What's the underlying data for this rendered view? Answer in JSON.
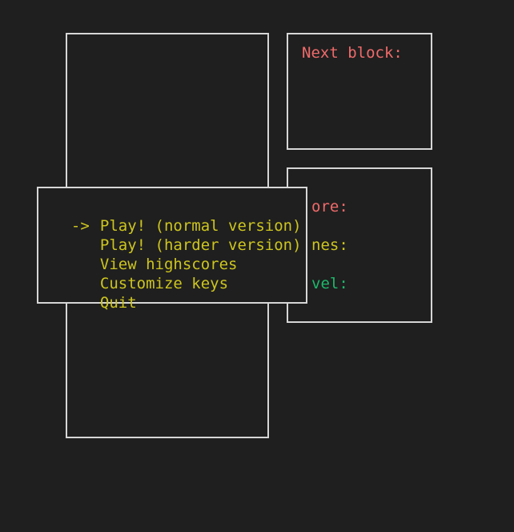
{
  "next_block": {
    "label": "Next block:"
  },
  "stats": {
    "score_label": "ore:",
    "lines_label": "nes:",
    "level_label": "vel:"
  },
  "menu": {
    "pointer": "->",
    "selected_index": 0,
    "items": [
      {
        "label": "Play! (normal version)"
      },
      {
        "label": "Play! (harder version)"
      },
      {
        "label": "View highscores"
      },
      {
        "label": "Customize keys"
      },
      {
        "label": "Quit"
      }
    ]
  },
  "colors": {
    "background": "#1f1f1f",
    "border": "#d6d6d6",
    "label_red": "#f06a6a",
    "label_green": "#1db86b",
    "menu_yellow": "#cdc51f"
  }
}
